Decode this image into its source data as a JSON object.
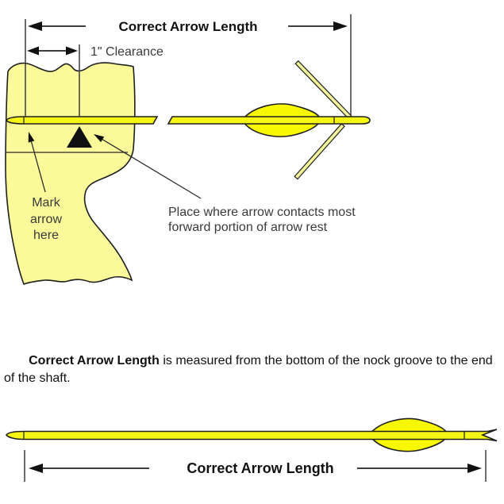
{
  "colors": {
    "riser": "#fafa9b",
    "shaft": "#f6f614",
    "fletch": "#f8f800",
    "strip": "#f2f29a",
    "triangle": "#111111",
    "line": "#222222",
    "label_text": "#3a3a3a",
    "text": "#111111"
  },
  "top_diagram": {
    "heading": "Correct Arrow Length",
    "clearance_label": "1\" Clearance",
    "mark_label_lines": [
      "Mark",
      "arrow",
      "here"
    ],
    "contact_label_lines": [
      "Place where arrow contacts most",
      "forward portion of arrow rest"
    ]
  },
  "caption": {
    "lead_bold": "Correct Arrow Length",
    "lead_rest": " is measured from the bottom of the nock groove to the end",
    "line2": "of the shaft."
  },
  "bottom_diagram": {
    "heading": "Correct Arrow Length"
  }
}
